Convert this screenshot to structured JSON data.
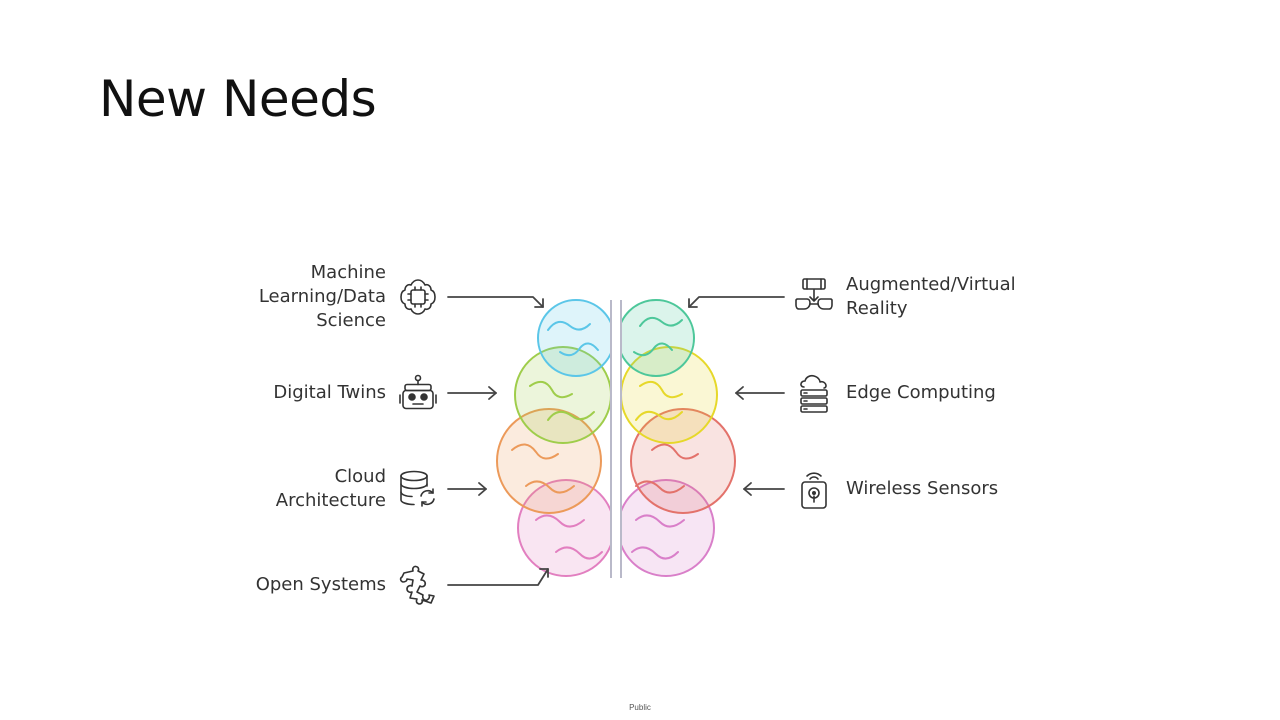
{
  "title": "New Needs",
  "footer": "Public",
  "items_left": [
    {
      "lines": [
        "Machine",
        "Learning/Data",
        "Science"
      ],
      "icon": "chip-icon"
    },
    {
      "lines": [
        "Digital Twins"
      ],
      "icon": "robot-icon"
    },
    {
      "lines": [
        "Cloud",
        "Architecture"
      ],
      "icon": "database-sync-icon"
    },
    {
      "lines": [
        "Open Systems"
      ],
      "icon": "puzzle-icon"
    }
  ],
  "items_right": [
    {
      "lines": [
        "Augmented/Virtual",
        "Reality"
      ],
      "icon": "vr-headset-icon"
    },
    {
      "lines": [
        "Edge Computing"
      ],
      "icon": "cloud-server-icon"
    },
    {
      "lines": [
        "Wireless Sensors"
      ],
      "icon": "wireless-sensor-icon"
    }
  ],
  "colors": {
    "cyan": "#5bc6e8",
    "green": "#9fcd4b",
    "orange": "#ec9a5a",
    "pink": "#e27fc0",
    "teal": "#4dc79a",
    "yellow": "#e6d82a",
    "red": "#e3726b",
    "magenta": "#d97fc9"
  }
}
